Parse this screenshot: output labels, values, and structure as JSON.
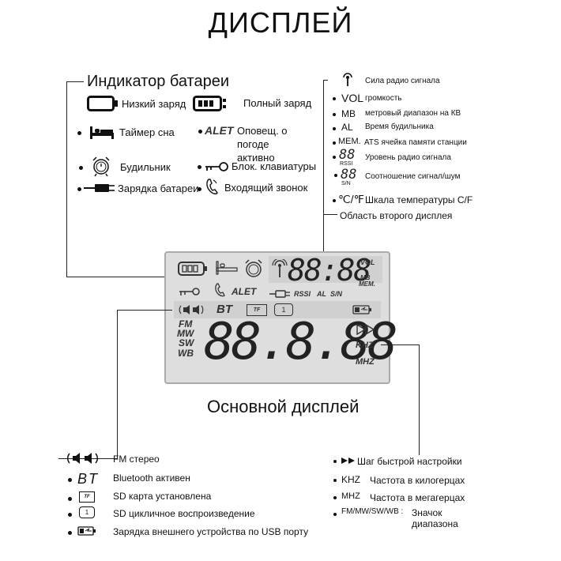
{
  "title": "ДИСПЛЕЙ",
  "battery_section": {
    "heading": "Индикатор батареи",
    "low": "Низкий заряд",
    "full": "Полный заряд",
    "sleep": "Таймер сна",
    "alert_glyph": "ALET",
    "alert": "Оповещ. о погоде активно",
    "alarm": "Будильник",
    "lock": "Блок. клавиатуры",
    "charging": "Зарядка батареи",
    "call": "Входящий звонок"
  },
  "second_section": {
    "signal": "Сила радио сигнала",
    "vol_glyph": "VOL",
    "vol": "громкость",
    "mb_glyph": "MB",
    "mb": "метровый диапазон на КВ",
    "al_glyph": "AL",
    "al": "Время будильника",
    "mem_glyph": "MEM.",
    "mem": "ATS ячейка памяти станции",
    "rssi_sub": "RSSI",
    "rssi": "Уровень радио сигнала",
    "sn_sub": "S/N",
    "sn": "Соотношение сигнал/шум",
    "temp_glyph": "℃/℉",
    "temp": "Шкала температуры C/F",
    "area": "Область второго дисплея"
  },
  "lcd": {
    "vol": "VOL",
    "mb": "MB",
    "mem": "MEM.",
    "alet": "ALET",
    "rssi": "RSSI",
    "al": "AL",
    "sn": "S/N",
    "bt": "BT",
    "tf": "TF",
    "bands": [
      "FM",
      "MW",
      "SW",
      "WB"
    ],
    "khz": "KHZ",
    "mhz": "MHZ",
    "digits_small": "88:88",
    "digits_big": "88.8.88"
  },
  "main_section": {
    "heading": "Основной дисплей",
    "fm": "FM стерео",
    "bt_glyph": "BT",
    "bt": "Bluetooth активен",
    "sd": "SD карта установлена",
    "loop": "SD цикличное воспроизведение",
    "usb": "Зарядка внешнего устройства по USB порту",
    "ff": "Шаг быстрой настройки",
    "khz_glyph": "KHZ",
    "khz": "Частота в килогерцах",
    "mhz_glyph": "MHZ",
    "mhz": "Частота в мегагерцах",
    "bands_glyph": "FM/MW/SW/WB :",
    "bands_1": "Значок",
    "bands_2": "диапазона"
  }
}
